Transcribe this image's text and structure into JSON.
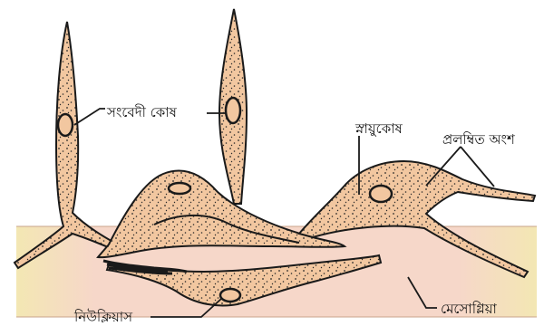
{
  "labels": {
    "sensory_cell": "সংবেদী কোষ",
    "nerve_cell": "স্নায়ুকোষ",
    "processes": "প্রলম্বিত অংশ",
    "nucleus": "নিউক্লিয়াস",
    "mesoglea": "মেসোগ্লিয়া"
  },
  "colors": {
    "cell_fill": "#f2c7a0",
    "mesoglea_fill": "#f6d7c9",
    "mesoglea_edge": "#f3e7b3",
    "outline": "#1a1a1a",
    "stipple": "#2a2a2a"
  }
}
